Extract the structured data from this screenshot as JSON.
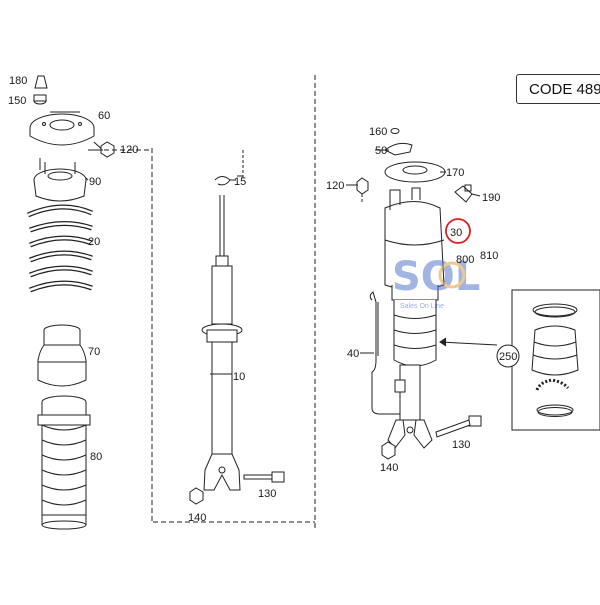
{
  "code_box": {
    "text": "CODE 489"
  },
  "callouts": {
    "c180": "180",
    "c150": "150",
    "c60": "60",
    "c120a": "120",
    "c90": "90",
    "c20": "20",
    "c70": "70",
    "c80": "80",
    "c15": "15",
    "c10": "10",
    "c130a": "130",
    "c140a": "140",
    "c160": "160",
    "c50": "50",
    "c170": "170",
    "c120b": "120",
    "c190": "190",
    "c30": "30",
    "c800": "800",
    "c810": "810",
    "c40": "40",
    "c250": "250",
    "c130b": "130",
    "c140b": "140"
  },
  "watermark": {
    "title": "SOL",
    "subtitle": "Sales On Line"
  },
  "colors": {
    "line": "#222222",
    "highlight_circle": "#d92020",
    "watermark_blue": "#5577cc",
    "watermark_orange": "#e69a3a"
  }
}
